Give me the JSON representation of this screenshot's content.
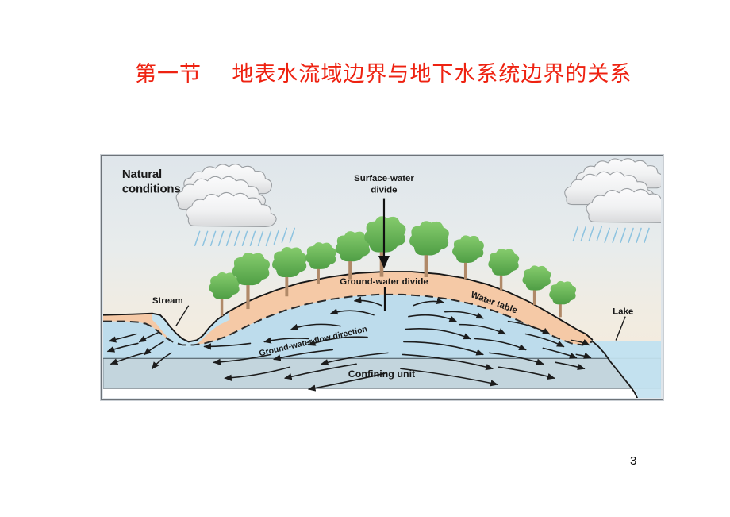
{
  "slide": {
    "title": "第一节    地表水流域边界与地下水系统边界的关系",
    "page_number": "3",
    "title_color": "#ee2211",
    "background_color": "#ffffff"
  },
  "figure": {
    "name": "natural-conditions-groundwater-cross-section",
    "frame_border_color": "#6d7379",
    "labels": {
      "natural_line1": "Natural",
      "natural_line2": "conditions",
      "surface_water_divide_line1": "Surface-water",
      "surface_water_divide_line2": "divide",
      "ground_water_divide": "Ground-water divide",
      "water_table": "Water table",
      "ground_water_flow_direction": "Ground-water flow direction",
      "stream": "Stream",
      "lake": "Lake",
      "confining_unit": "Confining unit"
    },
    "colors": {
      "sky_top": "#dfe6eb",
      "sky_bottom": "#f7ead9",
      "unsaturated_zone": "#f5c9a6",
      "aquifer_water": "#bddcec",
      "surface_water": "#c3e2f0",
      "confining_unit": "#c3d5dd",
      "tree_foliage": "#6cbe5a",
      "tree_trunk": "#b08968",
      "cloud_fill": "#f2f3f4",
      "rain": "#8dc3e0",
      "arrow": "#1c1c1c"
    }
  }
}
